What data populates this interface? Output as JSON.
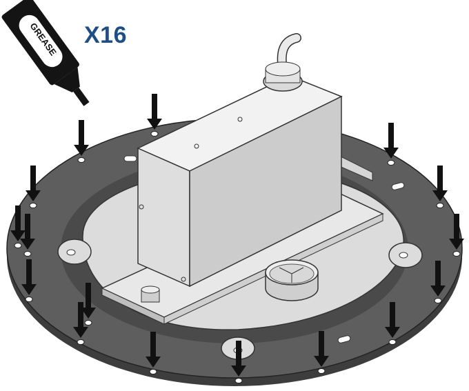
{
  "figure": {
    "quantity_label": "X16",
    "tube_label": "GREASE",
    "arrow_count": 16
  },
  "colors": {
    "quantity_text": "#1f4e85",
    "gasket_ring": "#5a5a5a",
    "base_plate": "#d9d9d9",
    "housing": "#e6e6e6",
    "arrow": "#111111",
    "tube": "#141414"
  }
}
